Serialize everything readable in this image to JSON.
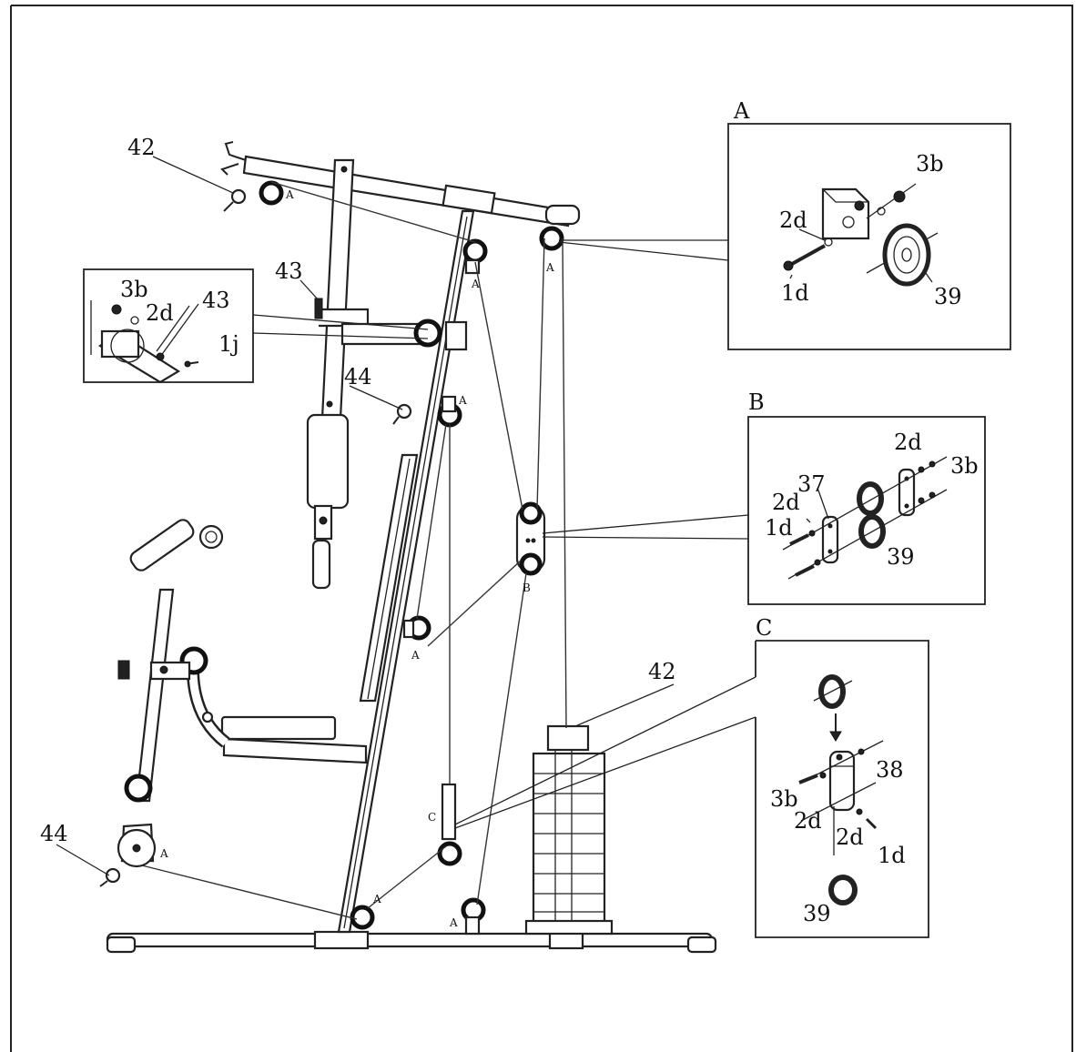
{
  "detail_boxes": {
    "a": {
      "title": "A",
      "labels": {
        "bushing": "3b",
        "washer": "2d",
        "bolt": "1d",
        "pulley": "39"
      }
    },
    "b": {
      "title": "B",
      "labels": {
        "washer_right": "2d",
        "bushing_right": "3b",
        "plate": "37",
        "washer_left": "2d",
        "bolt": "1d",
        "pulley": "39"
      }
    },
    "c": {
      "title": "C",
      "labels": {
        "bracket": "38",
        "bushing": "3b",
        "washer_left": "2d",
        "washer_right": "2d",
        "bolt": "1d",
        "pulley": "39"
      }
    },
    "top_left": {
      "labels": {
        "bushing": "3b",
        "washer": "2d",
        "pin": "43",
        "bolt": "1j"
      }
    }
  },
  "main_callouts": {
    "knob_top": "42",
    "pin_top": "43",
    "knob_mid": "44",
    "weight_stack": "42",
    "knob_bottom": "44"
  },
  "pulley_markers": {
    "top_left": "A",
    "upper_a1": "A",
    "upper_a2": "A",
    "upper_a3": "A",
    "floating_b": "B",
    "lower_a": "A",
    "c_marker": "C",
    "bottom_a1": "A",
    "bottom_a2": "A",
    "leg_a": "A"
  }
}
